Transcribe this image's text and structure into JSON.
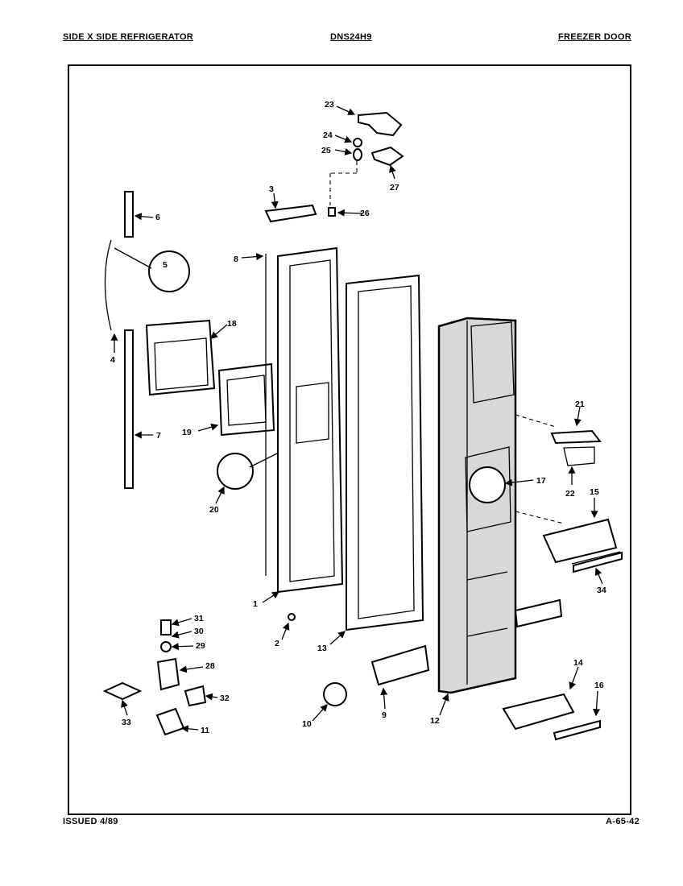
{
  "header": {
    "left": "SIDE X SIDE REFRIGERATOR",
    "center": "DNS24H9",
    "right": "FREEZER DOOR"
  },
  "footer": {
    "issued": "ISSUED 4/89",
    "page_code": "A-65-42"
  },
  "callouts": [
    "1",
    "2",
    "3",
    "4",
    "5",
    "6",
    "7",
    "8",
    "9",
    "10",
    "11",
    "12",
    "13",
    "14",
    "15",
    "16",
    "17",
    "18",
    "19",
    "20",
    "21",
    "22",
    "23",
    "24",
    "25",
    "26",
    "27",
    "28",
    "29",
    "30",
    "31",
    "32",
    "33",
    "34"
  ]
}
